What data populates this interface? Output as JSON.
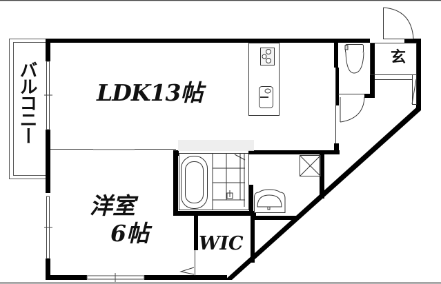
{
  "floor_plan": {
    "rooms": [
      {
        "id": "ldk",
        "label": "LDK13帖"
      },
      {
        "id": "western_room",
        "label_line1": "洋室",
        "label_line2": "6帖"
      },
      {
        "id": "wic",
        "label": "WIC"
      },
      {
        "id": "entrance",
        "label": "玄"
      },
      {
        "id": "balcony",
        "label": "バルコニー"
      }
    ],
    "fixtures": [
      "kitchen-stove",
      "kitchen-sink",
      "toilet",
      "bathtub",
      "washbasin",
      "washing-machine-space",
      "shoe-cabinet"
    ],
    "colors": {
      "wall": "#000000",
      "line": "#333333",
      "background": "#ffffff"
    }
  }
}
